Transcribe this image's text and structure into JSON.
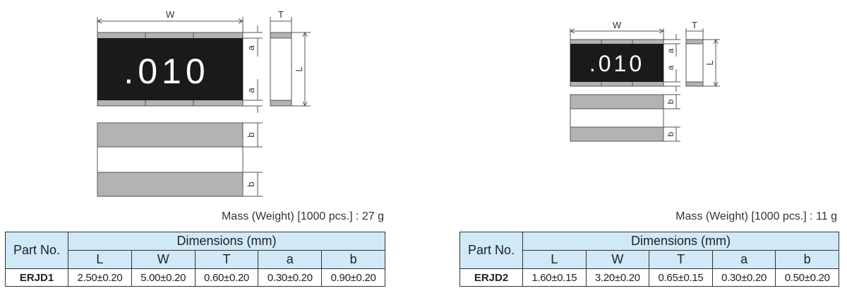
{
  "left": {
    "diagram": {
      "chip_marking": ".010",
      "labels": {
        "w": "W",
        "t": "T",
        "l": "L",
        "a_top": "a",
        "a_bottom": "a",
        "b_top": "b",
        "b_bottom": "b"
      }
    },
    "mass": "Mass (Weight) [1000 pcs.] : 27 g",
    "table": {
      "part_header": "Part No.",
      "dims_header": "Dimensions (mm)",
      "columns": [
        "L",
        "W",
        "T",
        "a",
        "b"
      ],
      "row": {
        "part": "ERJD1",
        "values": [
          "2.50±0.20",
          "5.00±0.20",
          "0.60±0.20",
          "0.30±0.20",
          "0.90±0.20"
        ]
      }
    }
  },
  "right": {
    "diagram": {
      "chip_marking": ".010",
      "labels": {
        "w": "W",
        "t": "T",
        "l": "L",
        "a_top": "a",
        "a_bottom": "a",
        "b_top": "b",
        "b_bottom": "b"
      }
    },
    "mass": "Mass (Weight) [1000 pcs.] :  11 g",
    "table": {
      "part_header": "Part No.",
      "dims_header": "Dimensions (mm)",
      "columns": [
        "L",
        "W",
        "T",
        "a",
        "b"
      ],
      "row": {
        "part": "ERJD2",
        "values": [
          "1.60±0.15",
          "3.20±0.20",
          "0.65±0.15",
          "0.30±0.20",
          "0.50±0.20"
        ]
      }
    }
  },
  "colors": {
    "chip_body": "#1a1a1a",
    "electrode": "#b3b3b3",
    "table_header": "#cfe9f7",
    "line": "#555555"
  }
}
